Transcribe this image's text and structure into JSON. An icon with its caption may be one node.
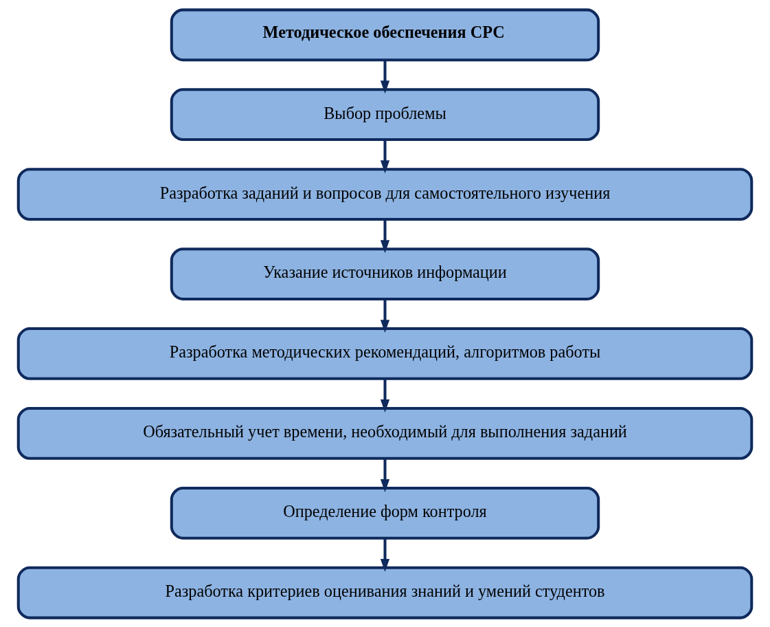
{
  "diagram": {
    "nodes": [
      {
        "text": [
          "Методическое обеспечения СРС"
        ]
      },
      {
        "text": [
          "Выбор проблемы"
        ]
      },
      {
        "text": [
          "Разработка заданий и вопросов для самостоятельного изучения"
        ]
      },
      {
        "text": [
          "Указание источников информации"
        ]
      },
      {
        "text": [
          "Разработка методических рекомендаций, алгоритмов работы"
        ]
      },
      {
        "text": [
          "Обязательный учет времени, необходимый для выполнения заданий"
        ]
      },
      {
        "text": [
          "Определение форм контроля"
        ]
      },
      {
        "text": [
          "Разработка критериев оценивания знаний и умений студентов"
        ]
      }
    ],
    "edges": [
      {
        "from": 0,
        "to": 1,
        "arrow": "to"
      },
      {
        "from": 1,
        "to": 2,
        "arrow": "to"
      },
      {
        "from": 2,
        "to": 3,
        "arrow": "to"
      },
      {
        "from": 3,
        "to": 4,
        "arrow": "to"
      },
      {
        "from": 4,
        "to": 5,
        "arrow": "to"
      },
      {
        "from": 5,
        "to": 6,
        "arrow": "to"
      },
      {
        "from": 6,
        "to": 7,
        "arrow": "to"
      }
    ]
  }
}
